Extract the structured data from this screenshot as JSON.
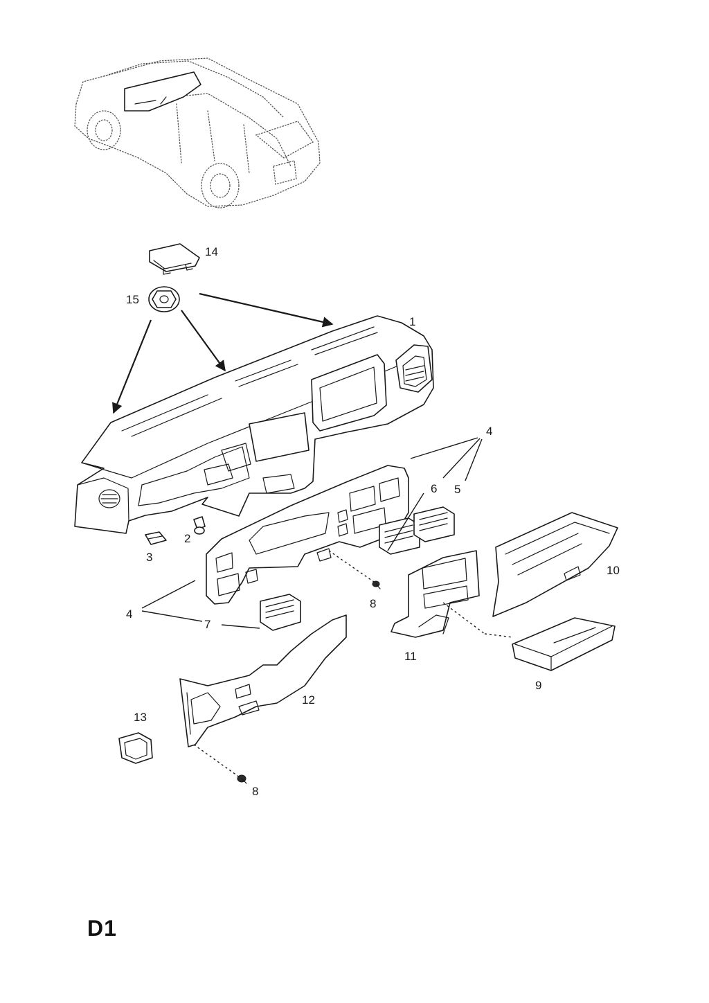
{
  "sheet_code": "D1",
  "callouts": [
    "1",
    "2",
    "3",
    "4",
    "4",
    "5",
    "6",
    "7",
    "8",
    "8",
    "9",
    "10",
    "11",
    "12",
    "13",
    "14",
    "15"
  ],
  "parts": {
    "dashboard_panel": "1",
    "clip": "2",
    "bracket": "3",
    "instrument_bezel": "4",
    "vent_right": "5",
    "vent_left": "6",
    "vent_center": "7",
    "screw": "8",
    "storage_tray": "9",
    "glovebox": "10",
    "center_console_bezel": "11",
    "lower_panel": "12",
    "cover_plate": "13",
    "cap": "14",
    "nut": "15"
  }
}
